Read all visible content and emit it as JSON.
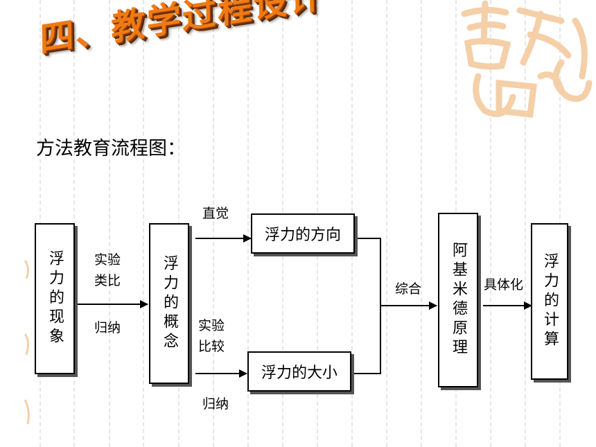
{
  "title": "四、教学过程设计",
  "subtitle": "方法教育流程图：",
  "boxes": {
    "phenomenon": "浮力的现象",
    "concept": "浮力的概念",
    "direction": "浮力的方向",
    "magnitude": "浮力的大小",
    "archimedes": "阿基米德原理",
    "calculation": "浮力的计算"
  },
  "labels": {
    "experiment_analogy": "实验\n类比",
    "induction_1": "归纳",
    "intuition": "直觉",
    "experiment_compare": "实验\n比较",
    "induction_2": "归纳",
    "synthesis": "综合",
    "concretize": "具体化"
  },
  "colors": {
    "title": "#f07a12",
    "decoration": "#f5cfa8"
  }
}
